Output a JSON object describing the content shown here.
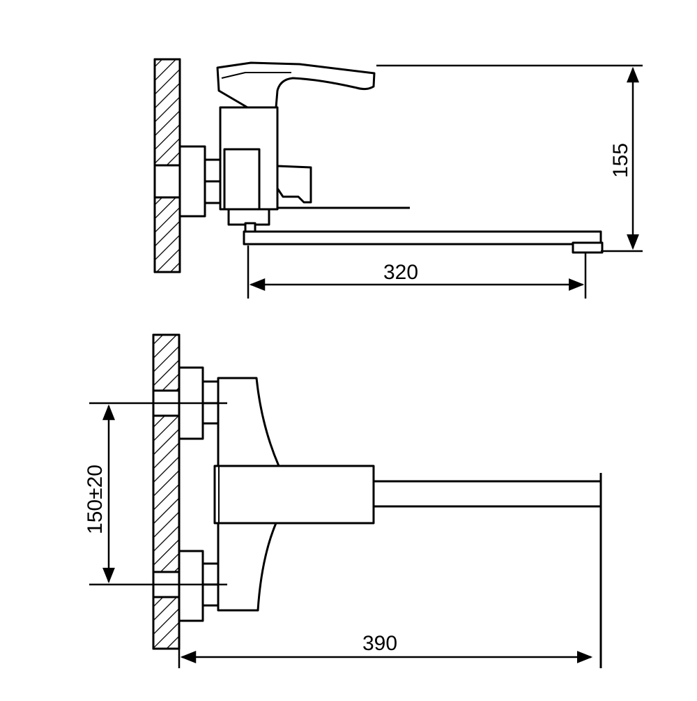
{
  "colors": {
    "line": "#000000",
    "background": "#ffffff"
  },
  "dimensions": {
    "side_view": {
      "height_label": "155",
      "spout_reach_label": "320"
    },
    "top_view": {
      "center_distance_label": "150±20",
      "total_reach_label": "390"
    }
  }
}
